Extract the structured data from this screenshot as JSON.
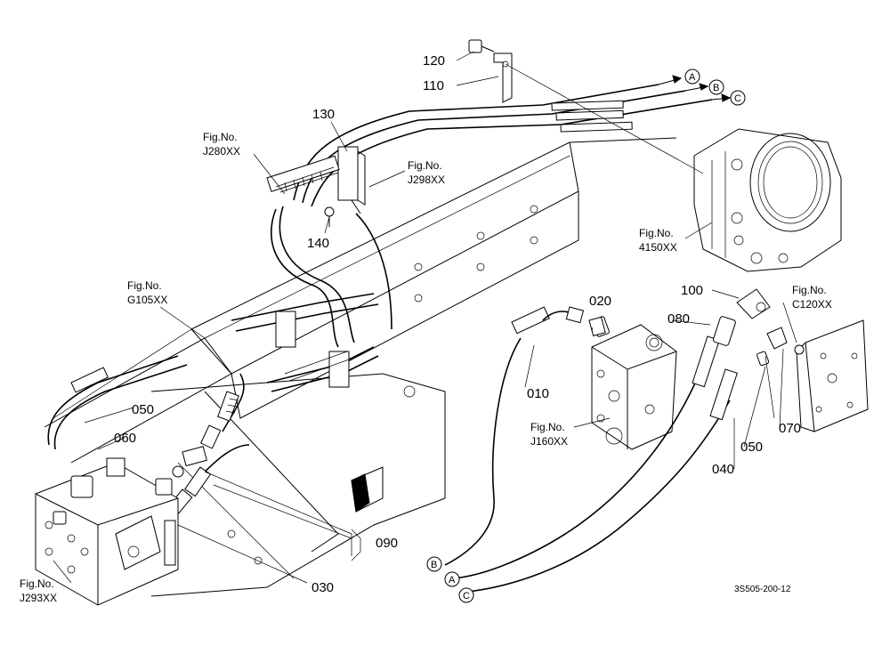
{
  "part_labels": {
    "p010": "010",
    "p020": "020",
    "p030": "030",
    "p040": "040",
    "p050a": "050",
    "p050b": "050",
    "p060": "060",
    "p070": "070",
    "p080": "080",
    "p090": "090",
    "p100": "100",
    "p110": "110",
    "p120": "120",
    "p130": "130",
    "p140": "140"
  },
  "fig_refs": {
    "j280": {
      "line1": "Fig.No.",
      "line2": "J280XX"
    },
    "j298": {
      "line1": "Fig.No.",
      "line2": "J298XX"
    },
    "f4150": {
      "line1": "Fig.No.",
      "line2": "4150XX"
    },
    "g105": {
      "line1": "Fig.No.",
      "line2": "G105XX"
    },
    "c120": {
      "line1": "Fig.No.",
      "line2": "C120XX"
    },
    "j160": {
      "line1": "Fig.No.",
      "line2": "J160XX"
    },
    "j293": {
      "line1": "Fig.No.",
      "line2": "J293XX"
    }
  },
  "connectors": {
    "top_a": "A",
    "top_b": "B",
    "top_c": "C",
    "bot_a": "A",
    "bot_b": "B",
    "bot_c": "C"
  },
  "drawing_code": "3S505-200-12"
}
